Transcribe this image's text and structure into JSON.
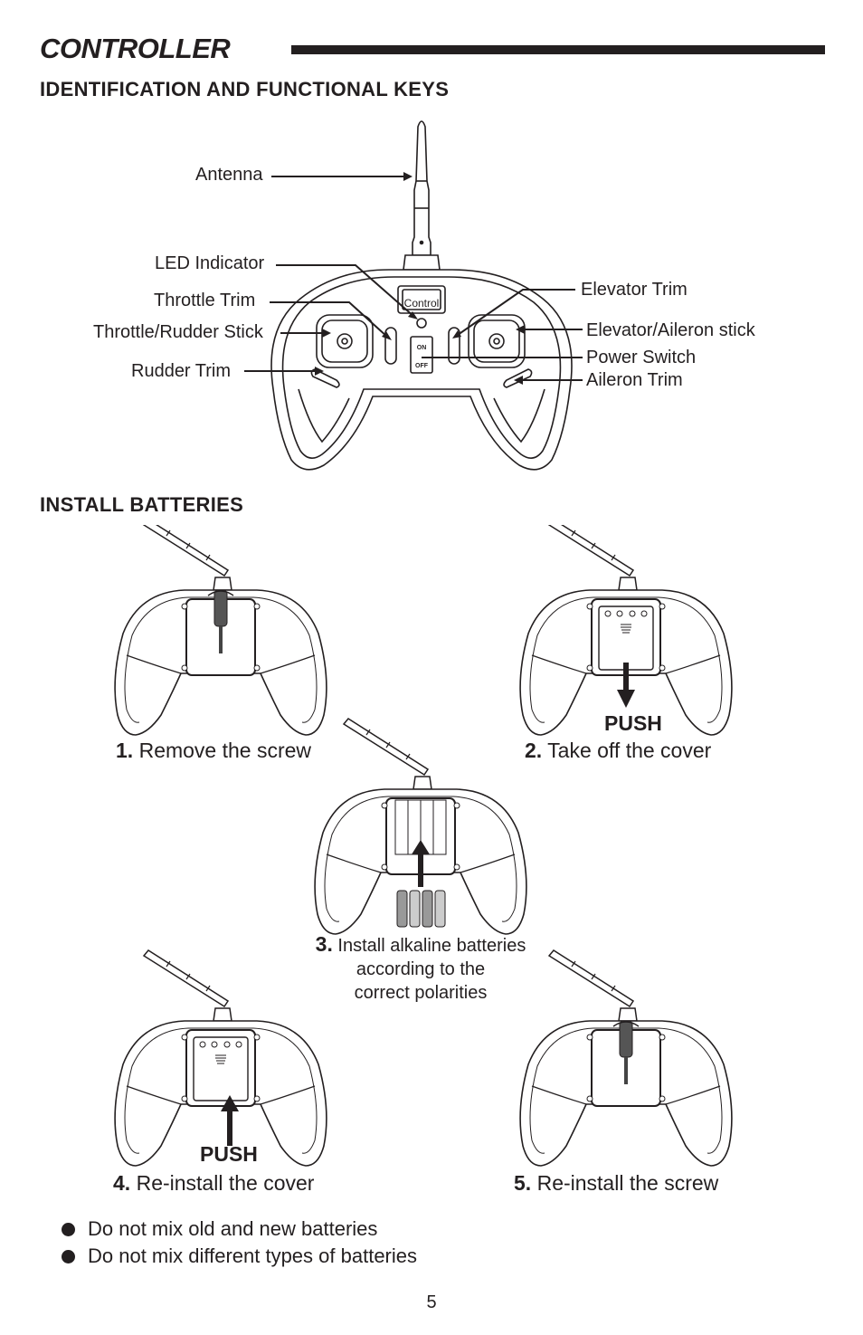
{
  "header": {
    "title": "CONTROLLER",
    "subtitle": "IDENTIFICATION AND FUNCTIONAL KEYS"
  },
  "diagram": {
    "labels": {
      "antenna": "Antenna",
      "led_indicator": "LED Indicator",
      "throttle_trim": "Throttle Trim",
      "throttle_rudder_stick": "Throttle/Rudder Stick",
      "rudder_trim": "Rudder Trim",
      "elevator_trim": "Elevator Trim",
      "elevator_aileron_stick": "Elevator/Aileron stick",
      "power_switch": "Power Switch",
      "aileron_trim": "Aileron Trim"
    },
    "logo_text": "Control",
    "switch_on": "ON",
    "switch_off": "OFF"
  },
  "install": {
    "heading": "INSTALL BATTERIES",
    "push_label": "PUSH",
    "steps": [
      {
        "number": "1.",
        "text": "Remove the screw"
      },
      {
        "number": "2.",
        "text": "Take off the cover"
      },
      {
        "number": "3.",
        "text_lines": [
          "Install alkaline batteries",
          "according to the",
          "correct polarities"
        ]
      },
      {
        "number": "4.",
        "text": "Re-install the cover"
      },
      {
        "number": "5.",
        "text": "Re-install the screw"
      }
    ]
  },
  "warnings": [
    "Do not mix old and new batteries",
    "Do not mix different types of batteries"
  ],
  "page_number": "5"
}
